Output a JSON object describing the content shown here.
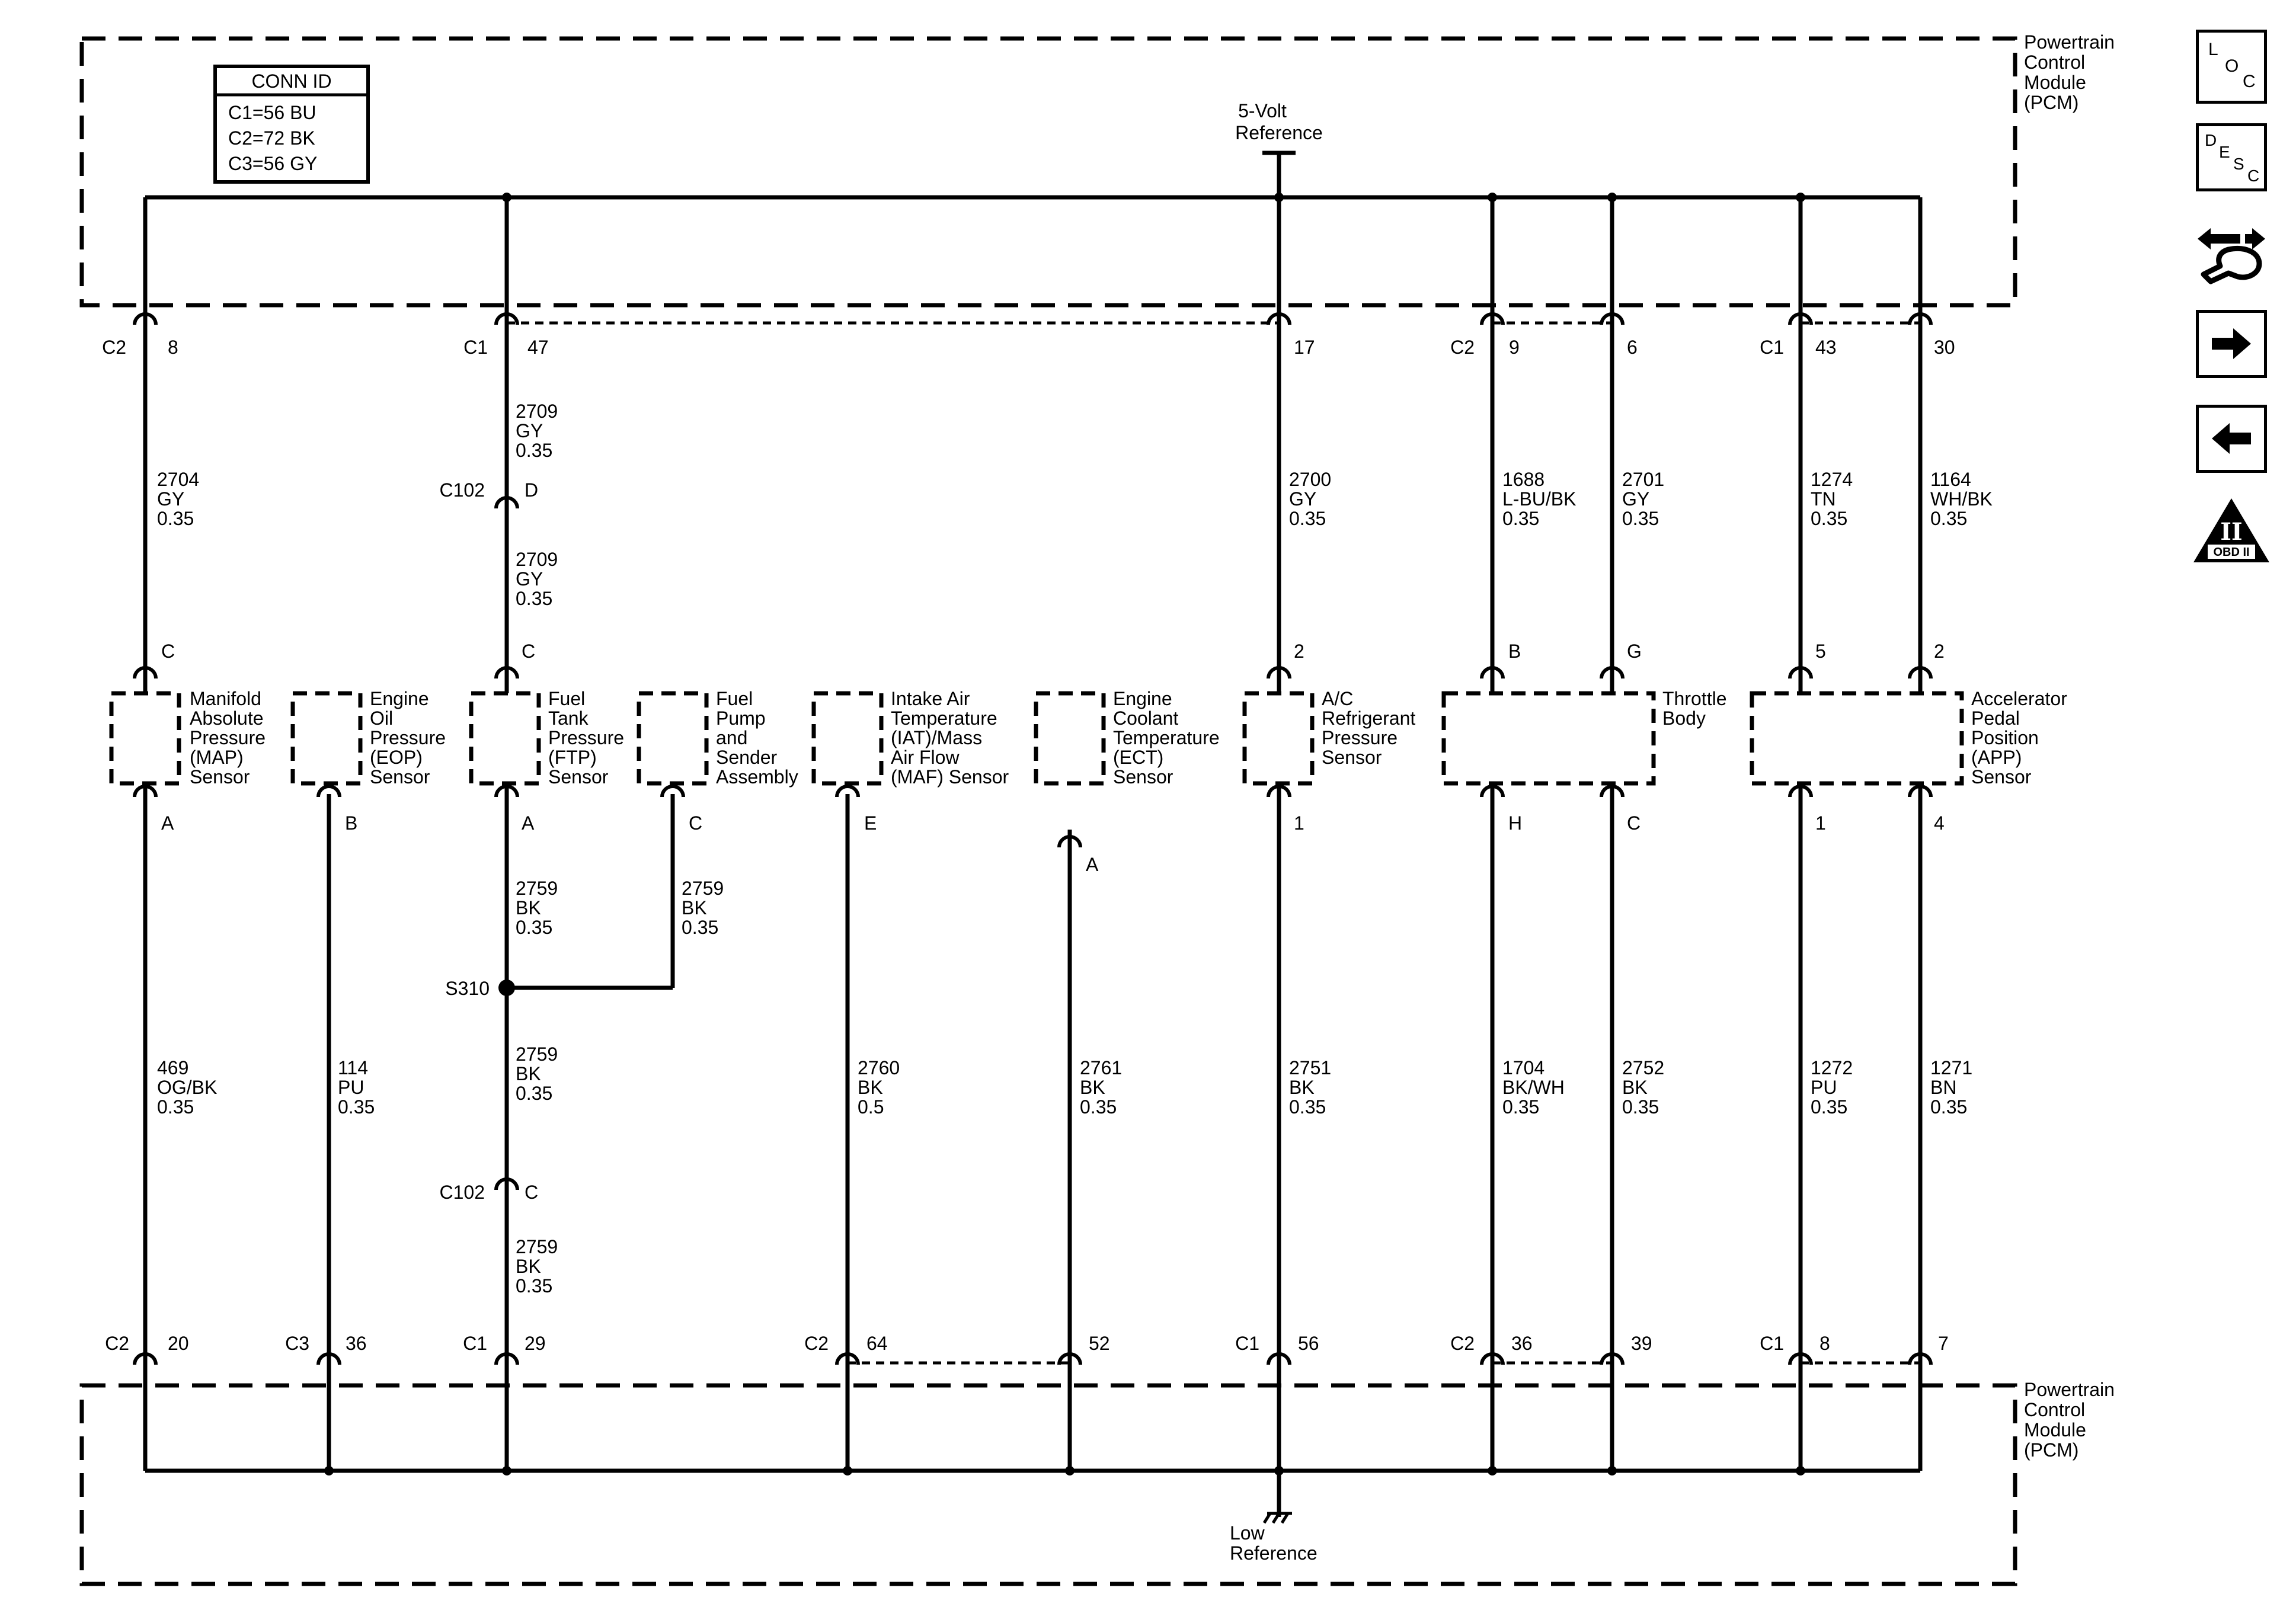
{
  "conn_id": {
    "title": "CONN ID",
    "lines": [
      "C1=56 BU",
      "C2=72 BK",
      "C3=56 GY"
    ]
  },
  "module": {
    "top_label": [
      "Powertrain",
      "Control",
      "Module",
      "(PCM)"
    ],
    "bottom_label": [
      "Powertrain",
      "Control",
      "Module",
      "(PCM)"
    ]
  },
  "reference": {
    "five_volt": [
      "5-Volt",
      "Reference"
    ],
    "low": [
      "Low",
      "Reference"
    ]
  },
  "top_connectors": [
    {
      "conn": "C2",
      "pin": "8"
    },
    {
      "conn": "C1",
      "pin": "47"
    },
    {
      "conn": "",
      "pin": "17"
    },
    {
      "conn": "C2",
      "pin": "9"
    },
    {
      "conn": "",
      "pin": "6"
    },
    {
      "conn": "C1",
      "pin": "43"
    },
    {
      "conn": "",
      "pin": "30"
    }
  ],
  "top_wires": [
    [
      "2704",
      "GY",
      "0.35"
    ],
    [
      "2709",
      "GY",
      "0.35"
    ],
    [
      "2709",
      "GY",
      "0.35"
    ],
    [
      "2700",
      "GY",
      "0.35"
    ],
    [
      "1688",
      "L-BU/BK",
      "0.35"
    ],
    [
      "2701",
      "GY",
      "0.35"
    ],
    [
      "1274",
      "TN",
      "0.35"
    ],
    [
      "1164",
      "WH/BK",
      "0.35"
    ]
  ],
  "inline_connectors": [
    {
      "name": "C102",
      "pin": "D"
    },
    {
      "name": "C102",
      "pin": "C"
    }
  ],
  "sensor_top_pins": [
    "C",
    "C",
    "2",
    "B",
    "G",
    "5",
    "2"
  ],
  "components": [
    {
      "label": [
        "Manifold",
        "Absolute",
        "Pressure",
        "(MAP)",
        "Sensor"
      ]
    },
    {
      "label": [
        "Engine",
        "Oil",
        "Pressure",
        "(EOP)",
        "Sensor"
      ]
    },
    {
      "label": [
        "Fuel",
        "Tank",
        "Pressure",
        "(FTP)",
        "Sensor"
      ]
    },
    {
      "label": [
        "Fuel",
        "Pump",
        "and",
        "Sender",
        "Assembly"
      ]
    },
    {
      "label": [
        "Intake Air",
        "Temperature",
        "(IAT)/Mass",
        "Air Flow",
        "(MAF) Sensor"
      ]
    },
    {
      "label": [
        "Engine",
        "Coolant",
        "Temperature",
        "(ECT)",
        "Sensor"
      ]
    },
    {
      "label": [
        "A/C",
        "Refrigerant",
        "Pressure",
        "Sensor"
      ]
    },
    {
      "label": [
        "Throttle",
        "Body"
      ]
    },
    {
      "label": [
        "Accelerator",
        "Pedal",
        "Position",
        "(APP)",
        "Sensor"
      ]
    }
  ],
  "sensor_bottom_pins": [
    "A",
    "B",
    "A",
    "C",
    "E",
    "A",
    "1",
    "H",
    "C",
    "1",
    "4"
  ],
  "splice": {
    "name": "S310"
  },
  "bottom_wires": [
    [
      "469",
      "OG/BK",
      "0.35"
    ],
    [
      "114",
      "PU",
      "0.35"
    ],
    [
      "2759",
      "BK",
      "0.35"
    ],
    [
      "2759",
      "BK",
      "0.35"
    ],
    [
      "2759",
      "BK",
      "0.35"
    ],
    [
      "2759",
      "BK",
      "0.35"
    ],
    [
      "2760",
      "BK",
      "0.5"
    ],
    [
      "2761",
      "BK",
      "0.35"
    ],
    [
      "2751",
      "BK",
      "0.35"
    ],
    [
      "1704",
      "BK/WH",
      "0.35"
    ],
    [
      "2752",
      "BK",
      "0.35"
    ],
    [
      "1272",
      "PU",
      "0.35"
    ],
    [
      "1271",
      "BN",
      "0.35"
    ]
  ],
  "bottom_connectors": [
    {
      "conn": "C2",
      "pin": "20"
    },
    {
      "conn": "C3",
      "pin": "36"
    },
    {
      "conn": "C1",
      "pin": "29"
    },
    {
      "conn": "C2",
      "pin": "64"
    },
    {
      "conn": "",
      "pin": "52"
    },
    {
      "conn": "C1",
      "pin": "56"
    },
    {
      "conn": "C2",
      "pin": "36"
    },
    {
      "conn": "",
      "pin": "39"
    },
    {
      "conn": "C1",
      "pin": "8"
    },
    {
      "conn": "",
      "pin": "7"
    }
  ],
  "side_icons": [
    {
      "name": "loc-icon",
      "text": "LOC"
    },
    {
      "name": "desc-icon",
      "text": "DESC"
    },
    {
      "name": "connector-repair-icon"
    },
    {
      "name": "next-arrow-icon"
    },
    {
      "name": "previous-arrow-icon"
    },
    {
      "name": "obd-ii-icon",
      "numeral": "II",
      "text": "OBD II"
    }
  ]
}
